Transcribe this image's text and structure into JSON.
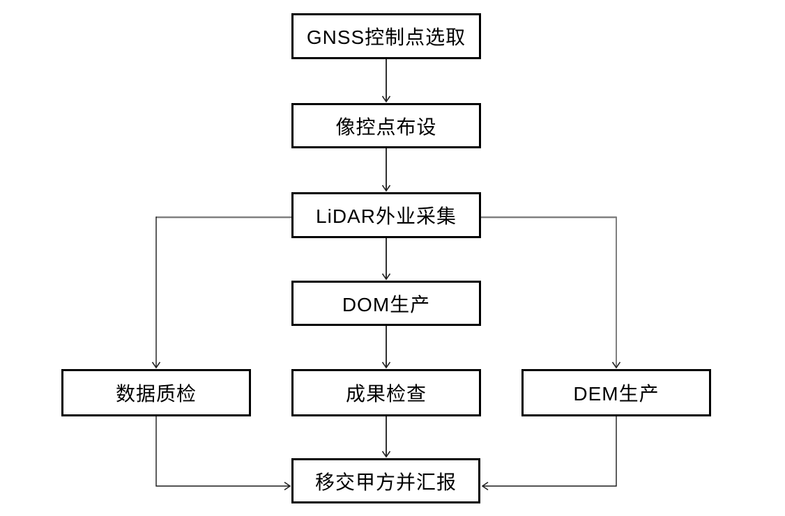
{
  "diagram": {
    "nodes": [
      {
        "id": "gnss",
        "label": "GNSS控制点选取"
      },
      {
        "id": "photo_control",
        "label": "像控点布设"
      },
      {
        "id": "lidar",
        "label": "LiDAR外业采集"
      },
      {
        "id": "dom",
        "label": "DOM生产"
      },
      {
        "id": "data_qc",
        "label": "数据质检"
      },
      {
        "id": "result_check",
        "label": "成果检查"
      },
      {
        "id": "dem",
        "label": "DEM生产"
      },
      {
        "id": "handover",
        "label": "移交甲方并汇报"
      }
    ],
    "edges": [
      {
        "from": "gnss",
        "to": "photo_control"
      },
      {
        "from": "photo_control",
        "to": "lidar"
      },
      {
        "from": "lidar",
        "to": "dom"
      },
      {
        "from": "lidar",
        "to": "data_qc"
      },
      {
        "from": "lidar",
        "to": "dem"
      },
      {
        "from": "dom",
        "to": "result_check"
      },
      {
        "from": "result_check",
        "to": "handover"
      },
      {
        "from": "data_qc",
        "to": "handover"
      },
      {
        "from": "dem",
        "to": "handover"
      }
    ],
    "colors": {
      "background": "#ffffff",
      "box_border": "#000000",
      "text": "#000000",
      "line_dark": "#1a1a1a",
      "line_gray": "#808080"
    }
  }
}
